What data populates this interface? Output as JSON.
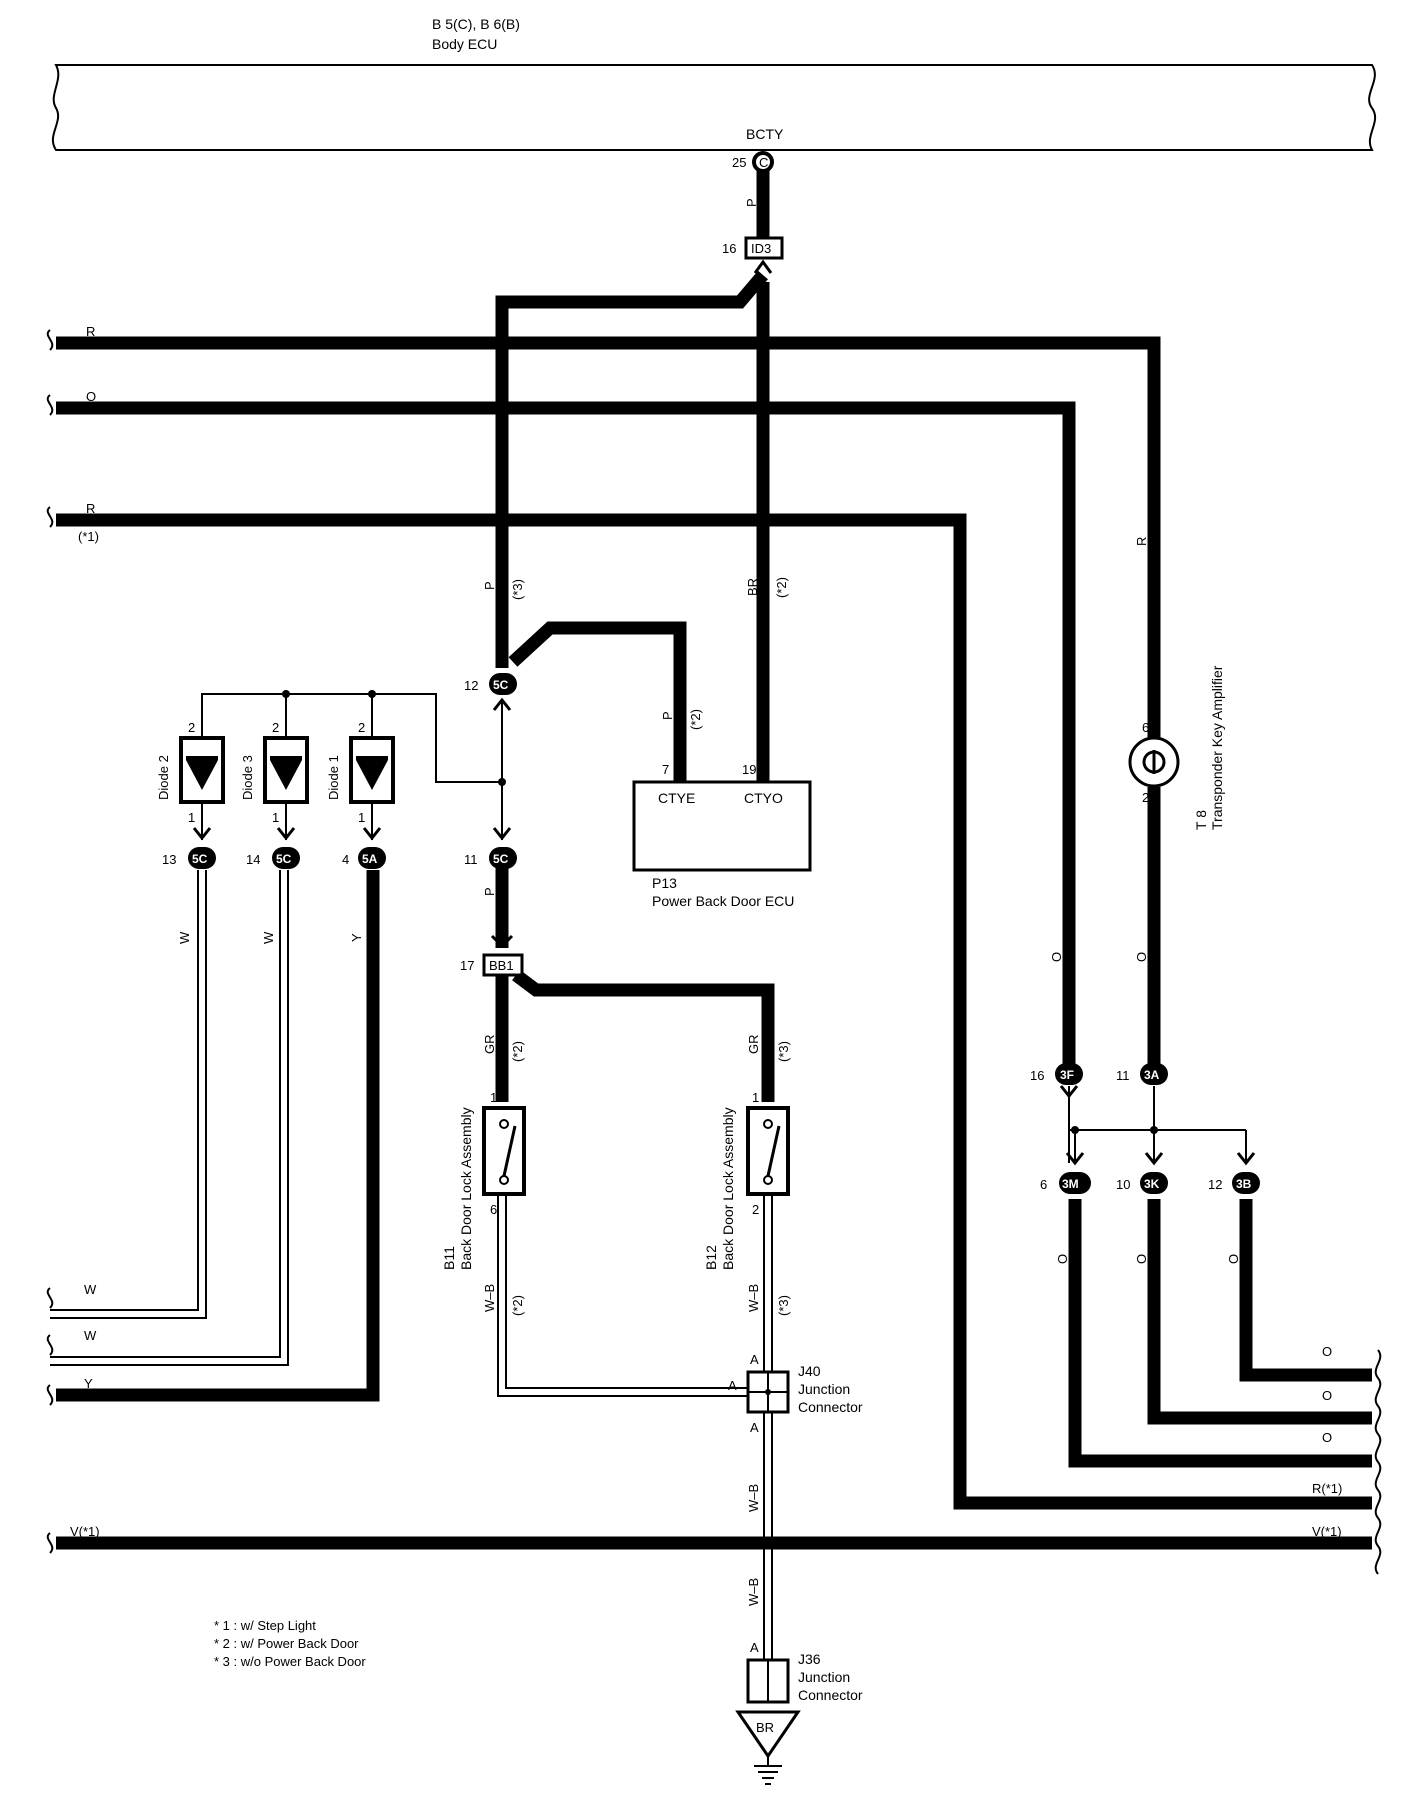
{
  "header": {
    "ecu_connectors": "B 5(C), B 6(B)",
    "ecu_name": "Body ECU",
    "terminal": "BCTY"
  },
  "connectors": {
    "ecu_pin": "25",
    "ecu_pin_conn": "C",
    "id3_pin": "16",
    "id3": "ID3",
    "c5c_top_pin": "12",
    "c5c": "5C",
    "c5c_mid_pin": "11",
    "bb1_pin": "17",
    "bb1": "BB1",
    "diode2_conn_pin": "13",
    "diode3_conn_pin": "14",
    "diode1_conn_pin": "4",
    "c5a": "5A",
    "c3f_pin": "16",
    "c3f": "3F",
    "c3a_pin": "11",
    "c3a": "3A",
    "c3m_pin": "6",
    "c3m": "3M",
    "c3k_pin": "10",
    "c3k": "3K",
    "c3b_pin": "12",
    "c3b": "3B"
  },
  "wires": {
    "R": "R",
    "O": "O",
    "R_note": "(*1)",
    "P": "P",
    "BR": "BR",
    "W": "W",
    "Y": "Y",
    "GR": "GR",
    "WB": "W–B",
    "V": "V(*1)",
    "R_star": "R(*1)",
    "note2": "(*2)",
    "note3": "(*3)"
  },
  "components": {
    "diode2": "Diode 2",
    "diode3": "Diode 3",
    "diode1": "Diode 1",
    "diode_pin_top": "2",
    "diode_pin_bottom": "1",
    "ecu_p13_id": "P13",
    "ecu_p13_name": "Power Back Door ECU",
    "ctye": "CTYE",
    "ctyo": "CTYO",
    "ctye_pin": "7",
    "ctyo_pin": "19",
    "t8_id": "T 8",
    "t8_name": "Transponder Key Amplifier",
    "t8_pin_top": "6",
    "t8_pin_bottom": "2",
    "b11_id": "B11",
    "b12_id": "B12",
    "lock_name": "Back Door Lock Assembly",
    "b11_pin_top": "1",
    "b11_pin_bottom": "6",
    "b12_pin_top": "1",
    "b12_pin_bottom": "2",
    "j40_id": "J40",
    "j36_id": "J36",
    "junction": "Junction",
    "connector": "Connector",
    "jpin_a": "A",
    "ground": "BR"
  },
  "notes": [
    "* 1 : w/ Step Light",
    "* 2 : w/ Power Back Door",
    "* 3 : w/o Power Back Door"
  ]
}
